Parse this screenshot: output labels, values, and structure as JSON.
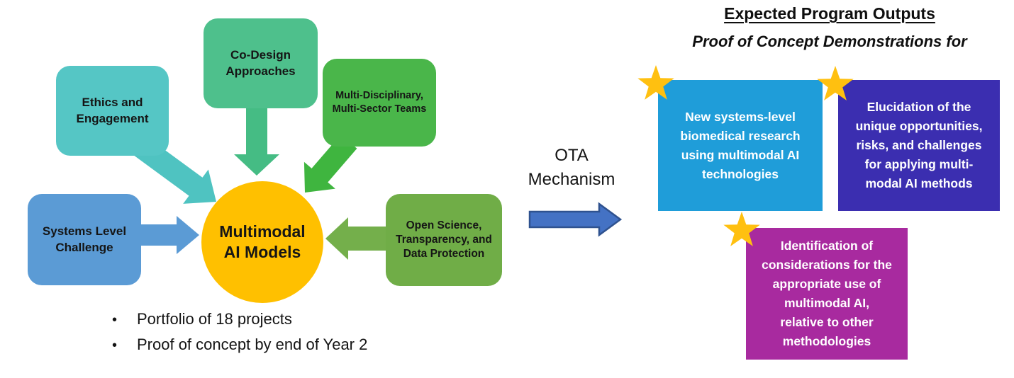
{
  "inputs_cluster": {
    "boxes": [
      {
        "label": "Ethics and\nEngagement",
        "color": "#55C6C5"
      },
      {
        "label": "Co-Design\nApproaches",
        "color": "#4EC08C"
      },
      {
        "label": "Multi-Disciplinary,\nMulti-Sector Teams",
        "color": "#4AB64A"
      },
      {
        "label": "Systems Level\nChallenge",
        "color": "#5B9BD5"
      },
      {
        "label": "Open Science,\nTransparency, and\nData Protection",
        "color": "#70AD47"
      }
    ],
    "center": {
      "label": "Multimodal\nAI Models",
      "color": "#FFC000"
    },
    "arrows": [
      {
        "name": "ethics-to-center",
        "fill": "#4FC3C1"
      },
      {
        "name": "codesign-to-center",
        "fill": "#45BC84"
      },
      {
        "name": "multidisc-to-center",
        "fill": "#3FB53F"
      },
      {
        "name": "systems-to-center",
        "fill": "#5B9BD5"
      },
      {
        "name": "open-to-center",
        "fill": "#74AF4B"
      }
    ]
  },
  "bullets": {
    "items": [
      "Portfolio of 18 projects",
      "Proof of concept by end of Year 2"
    ]
  },
  "mechanism": {
    "label": "OTA\nMechanism",
    "arrow_fill": "#4472C4",
    "arrow_stroke": "#2F528F"
  },
  "outputs": {
    "title": "Expected Program Outputs",
    "subtitle": "Proof of Concept Demonstrations for",
    "star_color": "#FFC010",
    "boxes": [
      {
        "text": "New systems-level\nbiomedical research\nusing multimodal AI\ntechnologies",
        "color": "#1F9DD9"
      },
      {
        "text": "Elucidation of the\nunique opportunities,\nrisks, and challenges\nfor applying multi-\nmodal AI methods",
        "color": "#3B2EB0"
      },
      {
        "text": "Identification of\nconsiderations for the\nappropriate use of\nmultimodal AI,\nrelative to other\nmethodologies",
        "color": "#A82A9F"
      }
    ]
  }
}
